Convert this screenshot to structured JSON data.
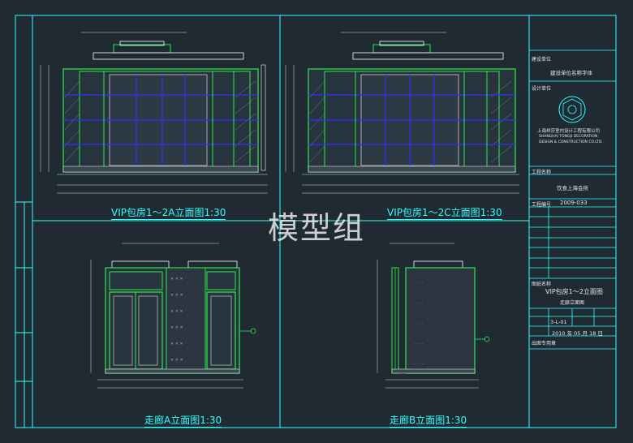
{
  "watermark": "模型组",
  "drawings": {
    "top_left_caption": "VIP包房1～2A立面图1:30",
    "top_right_caption": "VIP包房1～2C立面图1:30",
    "bottom_left_caption": "走廊A立面图1:30",
    "bottom_right_caption": "走廊B立面图1:30"
  },
  "title_block": {
    "client_label": "建设单位",
    "client_name": "建设单位名称字体",
    "designer_label": "设计单位",
    "company_cn": "上海邦莎室内设计工程有限公司",
    "company_en_1": "SHANGHAI TONGJI DECORATION",
    "company_en_2": "DESIGN & CONSTRUCTION CO.LTD.",
    "project_label": "工程名称",
    "project_name": "饮食上海会所",
    "project_no_label": "工程编号",
    "project_no": "2009-033",
    "sheet_label": "图纸名称",
    "sheet_name_1": "VIP包房1～2立面图",
    "sheet_name_2": "走廊立面图",
    "drawing_no": "3-L-01",
    "date": "2010 年 05 月 18 日",
    "stamp_label": "出图专用章"
  },
  "colors": {
    "frame": "#3ff3f5",
    "green": "#2ee84a",
    "blue": "#3030ff",
    "bg": "#1f2a33"
  }
}
